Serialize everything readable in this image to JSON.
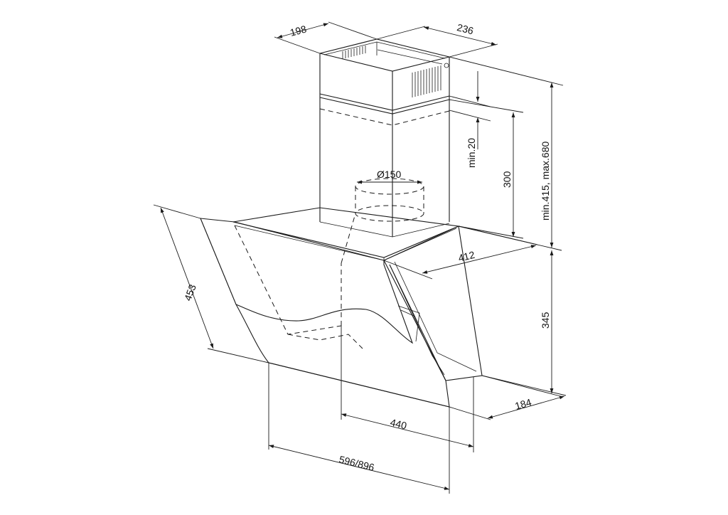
{
  "labels": {
    "chimney_depth": "198",
    "chimney_width": "236",
    "overlap_min": "min.20",
    "upper_chimney": "300",
    "total_height": "min.415, max.680",
    "duct_diameter": "Ø150",
    "glass_height": "453",
    "top_depth": "412",
    "body_height": "345",
    "bottom_depth": "184",
    "bottom_width": "440",
    "overall_width": "596/896"
  },
  "colors": {
    "line": "#1a1a1a",
    "background": "#ffffff"
  }
}
